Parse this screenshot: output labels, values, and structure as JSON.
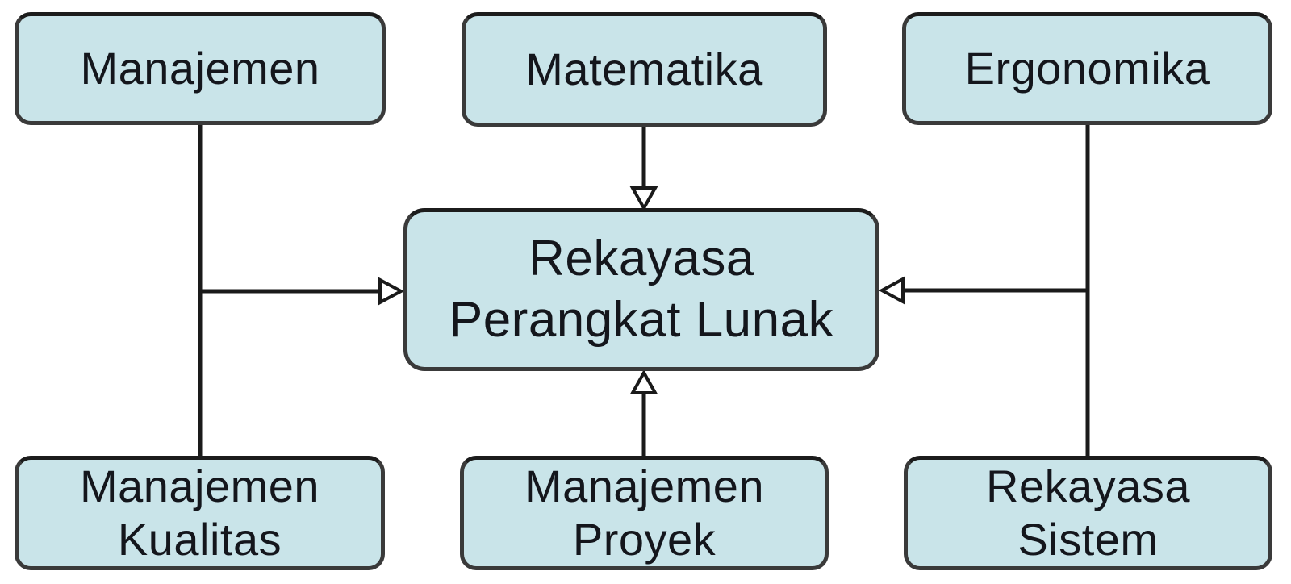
{
  "diagram": {
    "type": "concept-diagram",
    "description": "Disciplines related to Software Engineering, all pointing to the central node with hollow triangle arrows",
    "colors": {
      "background": "#ffffff",
      "node_fill": "#c9e4e9",
      "node_border": "#3a3a3a",
      "node_border_top": "#1c1c1c",
      "edge_line": "#1a1a1a",
      "arrowhead_fill": "#ffffff",
      "text": "#14161c"
    },
    "nodes": {
      "manajemen": {
        "line1": "Manajemen"
      },
      "matematika": {
        "line1": "Matematika"
      },
      "ergonomika": {
        "line1": "Ergonomika"
      },
      "center": {
        "line1": "Rekayasa",
        "line2": "Perangkat Lunak"
      },
      "manajemen_kualitas": {
        "line1": "Manajemen",
        "line2": "Kualitas"
      },
      "manajemen_proyek": {
        "line1": "Manajemen",
        "line2": "Proyek"
      },
      "rekayasa_sistem": {
        "line1": "Rekayasa",
        "line2": "Sistem"
      }
    },
    "edges": [
      {
        "from": "Manajemen",
        "to": "Manajemen Kualitas",
        "style": "plain-line"
      },
      {
        "from": "Manajemen / Manajemen Kualitas trunk",
        "to": "Rekayasa Perangkat Lunak",
        "style": "open-triangle-arrow"
      },
      {
        "from": "Matematika",
        "to": "Rekayasa Perangkat Lunak",
        "style": "open-triangle-arrow"
      },
      {
        "from": "Manajemen Proyek",
        "to": "Rekayasa Perangkat Lunak",
        "style": "open-triangle-arrow"
      },
      {
        "from": "Ergonomika",
        "to": "Rekayasa Sistem",
        "style": "plain-line"
      },
      {
        "from": "Ergonomika / Rekayasa Sistem trunk",
        "to": "Rekayasa Perangkat Lunak",
        "style": "open-triangle-arrow"
      }
    ]
  }
}
